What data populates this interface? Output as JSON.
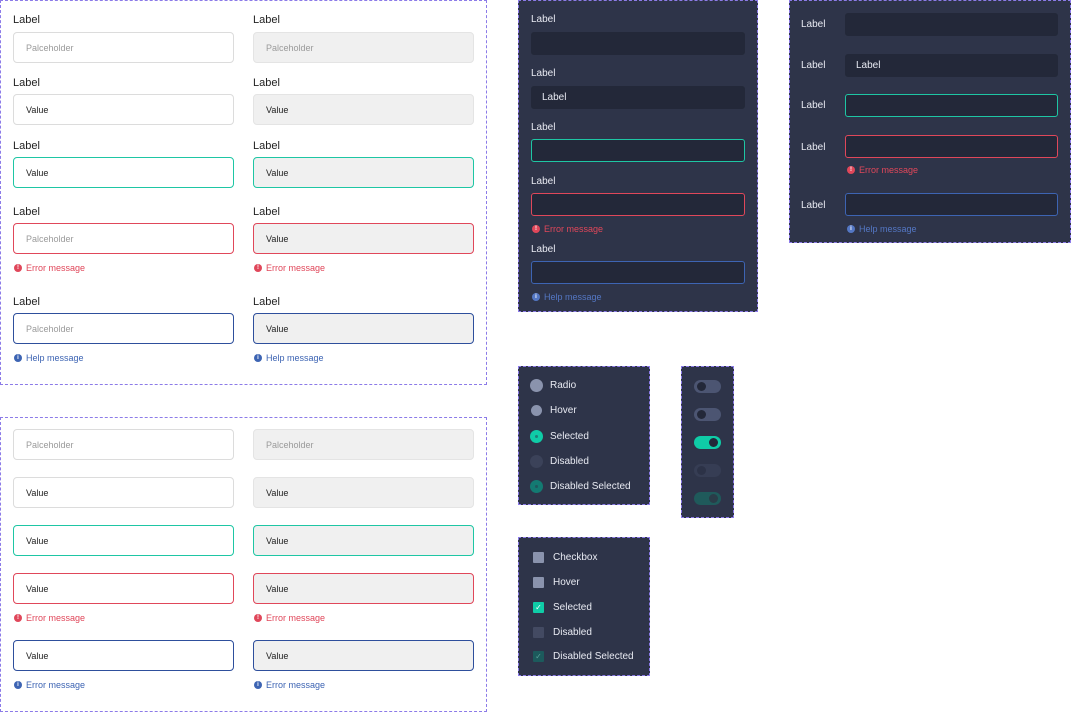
{
  "forms_light": {
    "label": "Label",
    "placeholder": "Palceholder",
    "value": "Value",
    "error_message": "Error message",
    "help_message": "Help message"
  },
  "forms_dark_stacked": {
    "label": "Label",
    "filled_value": "Label",
    "error_message": "Error message",
    "help_message": "Help message"
  },
  "forms_dark_inline": {
    "label": "Label",
    "filled_value": "Label",
    "error_message": "Error message",
    "help_message": "Help message"
  },
  "radio_panel": {
    "items": [
      {
        "label": "Radio",
        "state": "default"
      },
      {
        "label": "Hover",
        "state": "hover"
      },
      {
        "label": "Selected",
        "state": "selected"
      },
      {
        "label": "Disabled",
        "state": "disabled"
      },
      {
        "label": "Disabled Selected",
        "state": "disabled-selected"
      }
    ]
  },
  "toggle_panel": {
    "toggles": [
      {
        "state": "off",
        "on": false
      },
      {
        "state": "hover",
        "on": false
      },
      {
        "state": "on",
        "on": true
      },
      {
        "state": "disabled",
        "on": false
      },
      {
        "state": "disabled-on",
        "on": true
      }
    ]
  },
  "checkbox_panel": {
    "items": [
      {
        "label": "Checkbox",
        "state": "default"
      },
      {
        "label": "Hover",
        "state": "hover"
      },
      {
        "label": "Selected",
        "state": "selected"
      },
      {
        "label": "Disabled",
        "state": "disabled"
      },
      {
        "label": "Disabled Selected",
        "state": "disabled-selected"
      }
    ]
  },
  "colors": {
    "success": "#1ec6a4",
    "error": "#e0475a",
    "help": "#3d64b3",
    "dark_panel": "#2e3449",
    "dark_field": "#232839",
    "frame_outline": "#8c7be8"
  },
  "icons": {
    "error": "error-icon",
    "help": "info-icon",
    "check": "check-icon"
  }
}
